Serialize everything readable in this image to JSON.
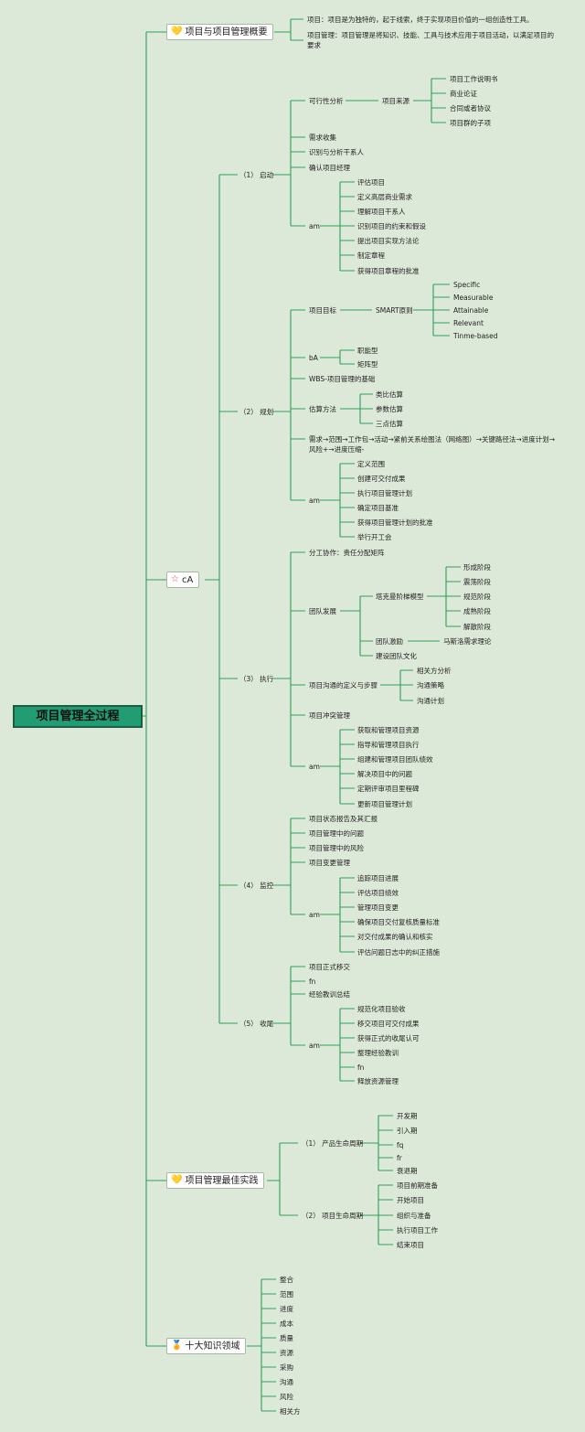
{
  "root": "项目管理全过程",
  "branches": {
    "overview": {
      "label": "项目与项目管理概要",
      "icon": "heart-badge-icon",
      "notes": [
        "项目：项目是为独特的，起于线索，终于实现项目价值的一组创造性工具。",
        "项目管理：项目管理是将知识、技能、工具与技术应用于项目活动，以满足项目的要求"
      ]
    },
    "process": {
      "label": "cA",
      "icon": "star-icon",
      "phases": [
        {
          "label": "（1）  启动",
          "children": [
            {
              "label": "可行性分析",
              "children": [
                {
                  "label": "项目来源",
                  "children": [
                    "项目工作说明书",
                    "商业论证",
                    "合同或者协议",
                    "项目群的子项"
                  ]
                }
              ]
            },
            {
              "label": "需求收集"
            },
            {
              "label": "识别与分析干系人"
            },
            {
              "label": "确认项目经理"
            },
            {
              "label": "am",
              "children": [
                "评估项目",
                "定义高层商业需求",
                "理解项目干系人",
                "识别项目的约束和假设",
                "提出项目实现方法论",
                "制定章程",
                "获得项目章程的批准"
              ]
            }
          ]
        },
        {
          "label": "（2）  规划",
          "children": [
            {
              "label": "项目目标",
              "children": [
                {
                  "label": "SMART原则",
                  "children": [
                    "Specific",
                    "Measurable",
                    "Attainable",
                    "Relevant",
                    "Tinme-based"
                  ]
                }
              ]
            },
            {
              "label": "bA",
              "children": [
                "职能型",
                "矩阵型"
              ]
            },
            {
              "label": "WBS-项目管理的基础"
            },
            {
              "label": "估算方法",
              "children": [
                "类比估算",
                "参数估算",
                "三点估算"
              ]
            },
            {
              "label": "需求→范围→工作包→活动→紧前关系绘图法（网络图）→关键路径法→进度计划→风险+→进度压缩-"
            },
            {
              "label": "am",
              "children": [
                "定义范围",
                "创建可交付成果",
                "执行项目管理计划",
                "确定项目基准",
                "获得项目管理计划的批准",
                "举行开工会"
              ]
            }
          ]
        },
        {
          "label": "（3）  执行",
          "children": [
            {
              "label": "分工协作：责任分配矩阵"
            },
            {
              "label": "团队发展",
              "children": [
                {
                  "label": "塔克曼阶梯模型",
                  "children": [
                    "形成阶段",
                    "震荡阶段",
                    "规范阶段",
                    "成熟阶段",
                    "解散阶段"
                  ]
                },
                {
                  "label": "团队激励",
                  "children": [
                    "马斯洛需求理论"
                  ]
                },
                {
                  "label": "建设团队文化"
                }
              ]
            },
            {
              "label": "项目沟通的定义与步骤",
              "children": [
                "相关方分析",
                "沟通策略",
                "沟通计划"
              ]
            },
            {
              "label": "项目冲突管理"
            },
            {
              "label": "am",
              "children": [
                "获取和管理项目资源",
                "指导和管理项目执行",
                "组建和管理项目团队绩效",
                "解决项目中的问题",
                "定期评审项目里程碑",
                "更新项目管理计划"
              ]
            }
          ]
        },
        {
          "label": "（4）  监控",
          "children": [
            {
              "label": "项目状态报告及其汇报"
            },
            {
              "label": "项目管理中的问题"
            },
            {
              "label": "项目管理中的风险"
            },
            {
              "label": "项目变更管理"
            },
            {
              "label": "am",
              "children": [
                "追踪项目进展",
                "评估项目绩效",
                "管理项目变更",
                "确保项目交付复核质量标准",
                "对交付成果的确认和核实",
                "评估问题日志中的纠正措施"
              ]
            }
          ]
        },
        {
          "label": "（5）  收尾",
          "children": [
            {
              "label": "项目正式移交"
            },
            {
              "label": "fn"
            },
            {
              "label": "经验教训总结"
            },
            {
              "label": "am",
              "children": [
                "规范化项目验收",
                "移交项目可交付成果",
                "获得正式的收尾认可",
                "整理经验教训",
                "fn",
                "释放资源管理"
              ]
            }
          ]
        }
      ]
    },
    "best_practice": {
      "label": "项目管理最佳实践",
      "icon": "heart-badge-icon",
      "children": [
        {
          "label": "（1）  产品生命周期",
          "children": [
            "开发期",
            "引入期",
            "fq",
            "fr",
            "衰退期"
          ]
        },
        {
          "label": "（2）  项目生命周期",
          "children": [
            "项目前期准备",
            "开始项目",
            "组织与准备",
            "执行项目工作",
            "结束项目"
          ]
        }
      ]
    },
    "knowledge": {
      "label": "十大知识领域",
      "icon": "medal-icon",
      "children": [
        "整合",
        "范围",
        "进度",
        "成本",
        "质量",
        "资源",
        "采购",
        "沟通",
        "风险",
        "相关方"
      ]
    }
  },
  "colors": {
    "background": "#dde9d8",
    "connector": "#2fa05a",
    "root_fill": "#229c72",
    "root_border": "#1b5e3f",
    "node_fill": "#ffffff"
  }
}
